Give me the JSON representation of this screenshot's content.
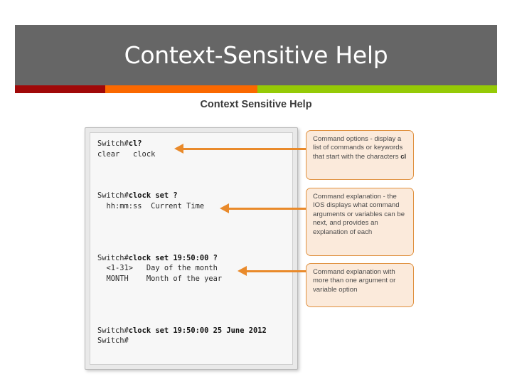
{
  "slide": {
    "title": "Context-Sensitive Help",
    "sub_heading": "Context Sensitive Help",
    "colors": {
      "header_gray": "#666666",
      "accent_red": "#a00808",
      "accent_orange": "#fa6800",
      "accent_green": "#95ca06",
      "callout_fill": "#fbeadb",
      "callout_border": "#e0913f",
      "arrow": "#e98a2b"
    }
  },
  "console": {
    "lines": [
      {
        "prompt": "Switch#",
        "command": "cl?"
      },
      {
        "output": "clear   clock"
      },
      {
        "blank": true
      },
      {
        "blank": true
      },
      {
        "blank": true
      },
      {
        "prompt": "Switch#",
        "command": "clock set ?"
      },
      {
        "output": "  hh:mm:ss  Current Time"
      },
      {
        "blank": true
      },
      {
        "blank": true
      },
      {
        "blank": true
      },
      {
        "blank": true
      },
      {
        "prompt": "Switch#",
        "command": "clock set 19:50:00 ?"
      },
      {
        "output": "  <1-31>   Day of the month"
      },
      {
        "output": "  MONTH    Month of the year"
      },
      {
        "blank": true
      },
      {
        "blank": true
      },
      {
        "blank": true
      },
      {
        "blank": true
      },
      {
        "prompt": "Switch#",
        "command": "clock set 19:50:00 25 June 2012"
      },
      {
        "prompt": "Switch#",
        "command": ""
      }
    ]
  },
  "callouts": [
    {
      "id": "callout-1",
      "text_before": "Command options - display a list of commands or keywords that start with the characters ",
      "text_bold": "cl",
      "text_after": ""
    },
    {
      "id": "callout-2",
      "text_before": "Command explanation - the IOS displays what command arguments or variables can be next, and provides an explanation of each",
      "text_bold": "",
      "text_after": ""
    },
    {
      "id": "callout-3",
      "text_before": "Command explanation with more than one argument or variable option",
      "text_bold": "",
      "text_after": ""
    }
  ]
}
